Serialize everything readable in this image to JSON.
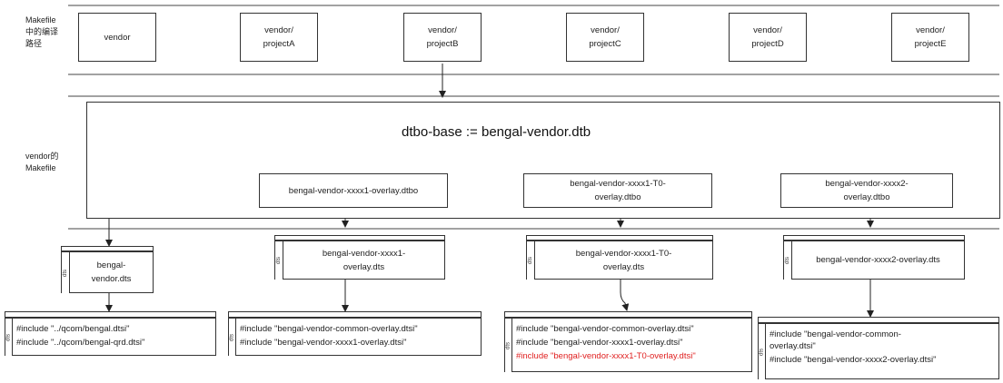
{
  "lane_labels": {
    "top": "Makefile\n中的编译\n路径",
    "middle": "vendor的\nMakefile"
  },
  "top_row": [
    "vendor",
    "vendor/\nprojectA",
    "vendor/\nprojectB",
    "vendor/\nprojectC",
    "vendor/\nprojectD",
    "vendor/\nprojectE"
  ],
  "dtbo_base_title": "dtbo-base := bengal-vendor.dtb",
  "overlay_dtbos": [
    "bengal-vendor-xxxx1-overlay.dtbo",
    "bengal-vendor-xxxx1-T0-\noverlay.dtbo",
    "bengal-vendor-xxxx2-\noverlay.dtbo"
  ],
  "dts_files": [
    {
      "label": "bengal-\nvendor.dts",
      "tab": "dts"
    },
    {
      "label": "bengal-vendor-xxxx1-\noverlay.dts",
      "tab": "dts"
    },
    {
      "label": "bengal-vendor-xxxx1-T0-\noverlay.dts",
      "tab": "dts"
    },
    {
      "label": "bengal-vendor-xxxx2-overlay.dts",
      "tab": "dts"
    }
  ],
  "includes": [
    {
      "tab": "dts",
      "lines": [
        {
          "text": "#include \"../qcom/bengal.dtsi\"",
          "color": "#222222"
        },
        {
          "text": "#include \"../qcom/bengal-qrd.dtsi\"",
          "color": "#222222"
        }
      ]
    },
    {
      "tab": "dts",
      "lines": [
        {
          "text": "#include \"bengal-vendor-common-overlay.dtsi\"",
          "color": "#222222"
        },
        {
          "text": "#include \"bengal-vendor-xxxx1-overlay.dtsi\"",
          "color": "#222222"
        }
      ]
    },
    {
      "tab": "dts",
      "lines": [
        {
          "text": "#include \"bengal-vendor-common-overlay.dtsi\"",
          "color": "#222222"
        },
        {
          "text": "#include \"bengal-vendor-xxxx1-overlay.dtsi\"",
          "color": "#222222"
        },
        {
          "text": "#include \"bengal-vendor-xxxx1-T0-overlay.dtsi\"",
          "color": "#e02020"
        }
      ]
    },
    {
      "tab": "dts",
      "lines": [
        {
          "text": "#include \"bengal-vendor-common-\noverlay.dtsi\"",
          "color": "#222222"
        },
        {
          "text": "#include \"bengal-vendor-xxxx2-overlay.dtsi\"",
          "color": "#222222"
        }
      ]
    }
  ]
}
